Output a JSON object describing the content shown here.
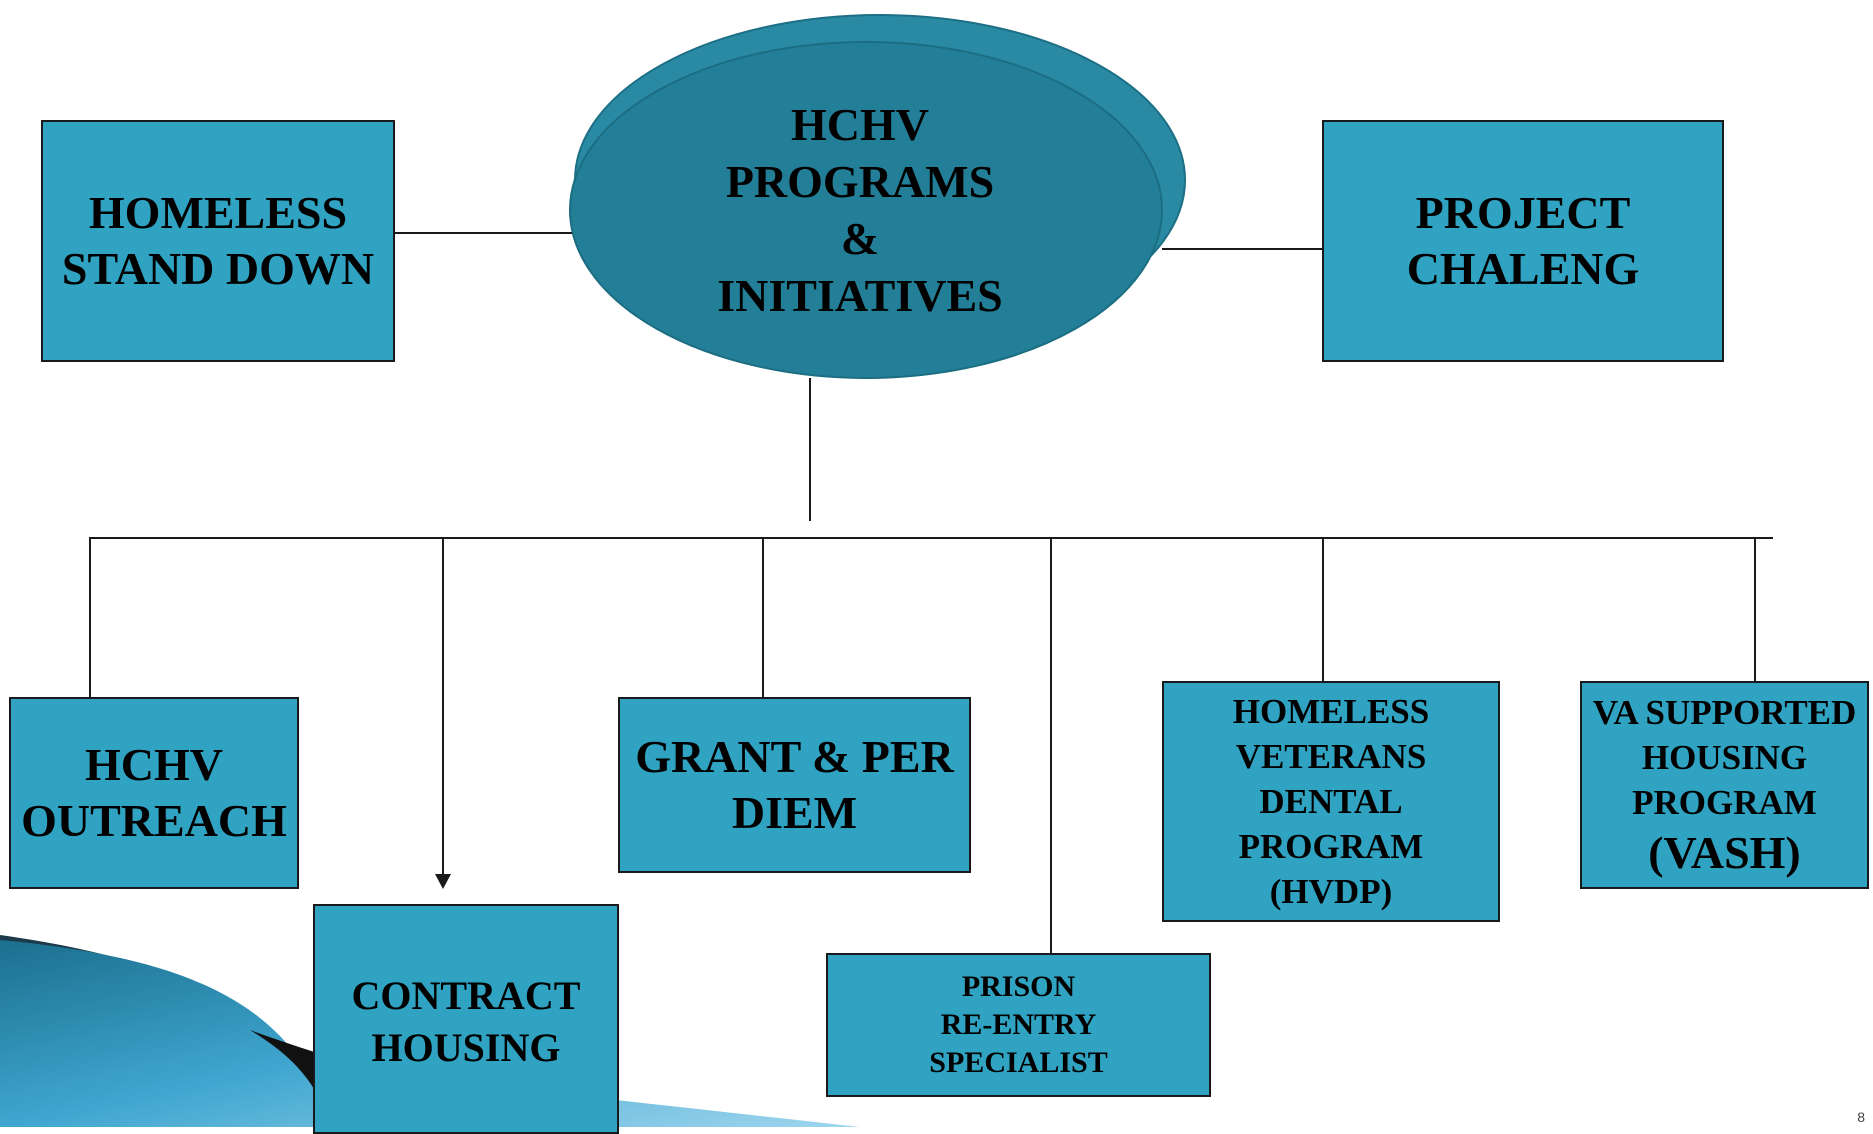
{
  "central": {
    "lines": [
      "HCHV",
      "PROGRAMS",
      "&",
      "INITIATIVES"
    ]
  },
  "top_left": {
    "lines": [
      "HOMELESS",
      "STAND DOWN"
    ]
  },
  "top_right": {
    "lines": [
      "PROJECT",
      "CHALENG"
    ]
  },
  "hchv_outreach": {
    "lines": [
      "HCHV",
      "OUTREACH"
    ]
  },
  "contract_housing": {
    "lines": [
      "CONTRACT",
      "HOUSING"
    ]
  },
  "grant_per_diem": {
    "lines": [
      "GRANT & PER",
      "DIEM"
    ]
  },
  "prison_reentry": {
    "lines": [
      "PRISON",
      "RE-ENTRY",
      "SPECIALIST"
    ]
  },
  "dental": {
    "lines": [
      "HOMELESS",
      "VETERANS",
      "DENTAL",
      "PROGRAM",
      "(HVDP)"
    ]
  },
  "vash": {
    "lines": [
      "VA SUPPORTED",
      "HOUSING",
      "PROGRAM",
      "(VASH)"
    ]
  },
  "colors": {
    "box_fill": "#2fa3c1",
    "ellipse_fill": "#237f97",
    "ellipse_shadow": "#2a8aa3",
    "outline": "#1a1a1a"
  },
  "slide_number": "8"
}
